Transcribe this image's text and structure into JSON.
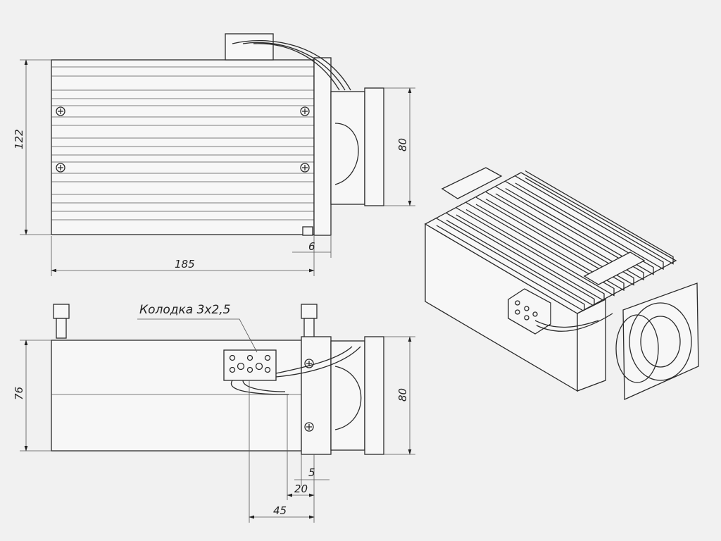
{
  "title": "Heater with fan – dimensional drawing",
  "top_view": {
    "height_dim": "122",
    "length_dim": "185",
    "offset_dim": "6",
    "fan_dim": "80"
  },
  "front_view": {
    "terminal_label": "Колодка 3х2,5",
    "height_dim": "76",
    "fan_dim": "80",
    "dim_5": "5",
    "dim_20": "20",
    "dim_45": "45"
  },
  "colors": {
    "background": "#f1f1f1",
    "line": "#2a2a2a"
  }
}
